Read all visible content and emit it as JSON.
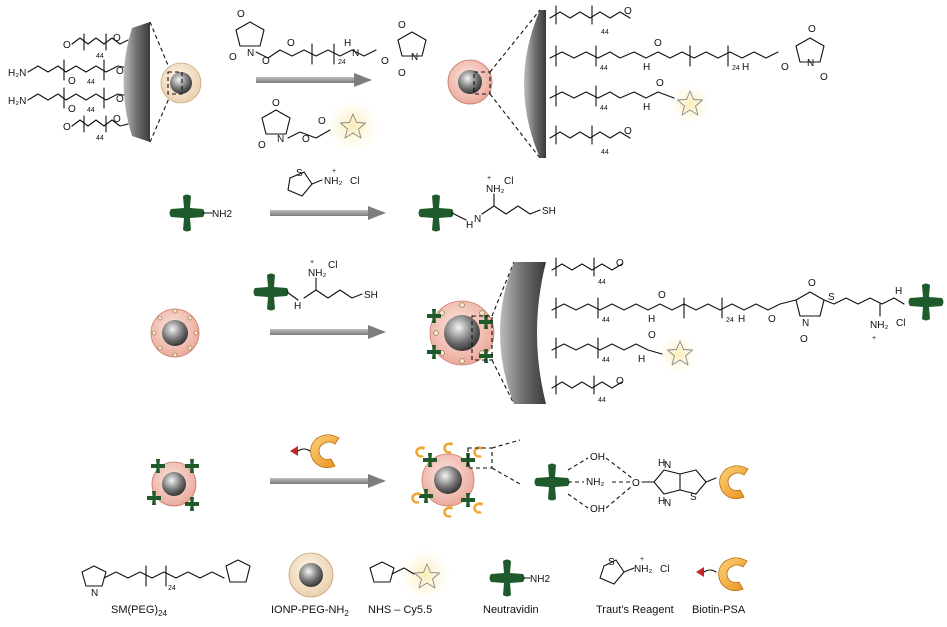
{
  "legend": {
    "sm_peg": "SM(PEG)",
    "sm_peg_sub": "24",
    "ionp": "IONP-PEG-NH",
    "ionp_sub": "2",
    "nhs_cy": "NHS – Cy5.5",
    "neutravidin": "Neutravidin",
    "trauts": "Traut’s Reagent",
    "biotin_psa": "Biotin-PSA"
  },
  "labels": {
    "peg_repeat": "44",
    "peg24": "24",
    "nh2_left": "H₂N",
    "nh2_tag": "NH2",
    "amide_nh": "H",
    "amide_n": "N",
    "O": "O",
    "S": "S",
    "SH": "SH",
    "OH": "OH",
    "NH2": "NH₂",
    "amidinium": "NH₂",
    "plus": "+",
    "chloride": "Cl",
    "iminium": "NH₂",
    "methoxy": "O"
  },
  "colors": {
    "particle_shell": "#f4c7bd",
    "particle_core": "#555555",
    "neutravidin": "#1f5a2c",
    "dye_glow": "#fbefc4",
    "psa": "#f0a630",
    "biotin_marker": "#c0262a",
    "arrow": "#8a8a8a",
    "cone": "#7a7a7a"
  },
  "icons": [
    "nanoparticle-icon",
    "neutravidin-icon",
    "cy55-dye-star-icon",
    "psa-antibody-icon",
    "reaction-arrow-icon"
  ]
}
